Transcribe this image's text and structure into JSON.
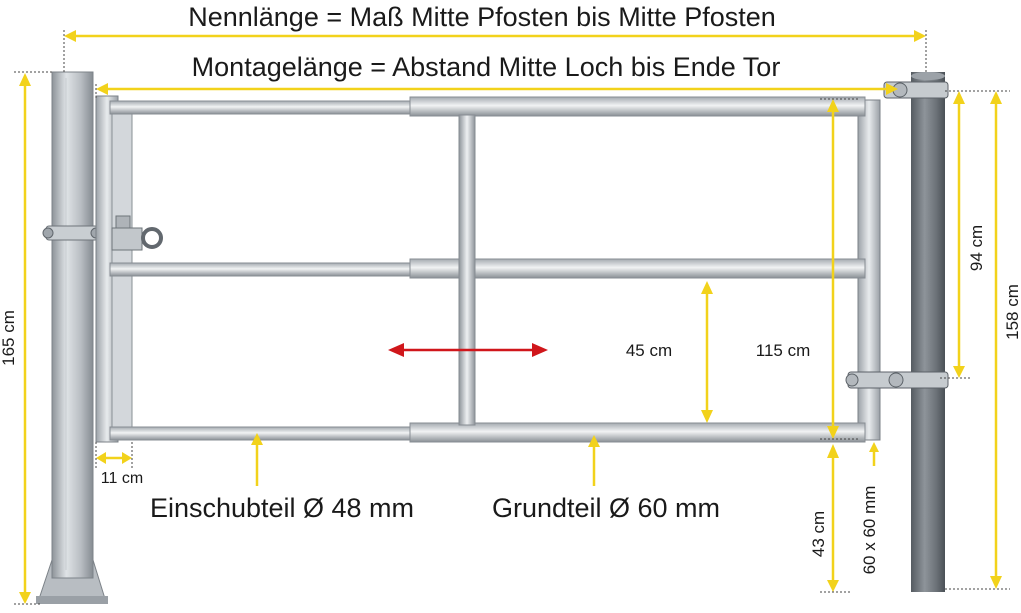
{
  "labels": {
    "nominal_length": "Nennlänge = Maß Mitte Pfosten bis Mitte Pfosten",
    "mounting_length": "Montagelänge = Abstand Mitte Loch bis Ende Tor",
    "post_height_left": "165 cm",
    "post_height_right": "158 cm",
    "hinge_spacing": "94 cm",
    "rail_gap": "45 cm",
    "gate_height": "115 cm",
    "ground_clearance": "43 cm",
    "post_section": "60 x 60 mm",
    "frame_offset": "11 cm",
    "insert_part": "Einschubteil Ø 48 mm",
    "base_part": "Grundteil Ø 60 mm"
  },
  "colors": {
    "dimension": "#f2d21b",
    "dimension_dark": "#e0bf00",
    "adjust_arrow": "#d0161b",
    "steel_light": "#e4e7ea",
    "steel_mid": "#b4b9bf",
    "steel_dark": "#7e848a",
    "post_right": "#6f757b"
  }
}
